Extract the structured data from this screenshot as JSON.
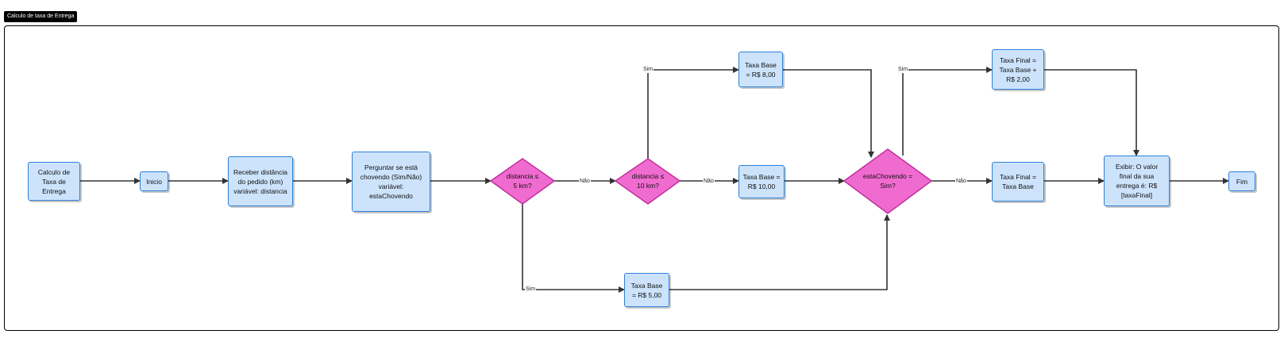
{
  "title": "Calculo de taxa de Entrega",
  "colors": {
    "process_fill": "#cce3fb",
    "process_border": "#2f7fd8",
    "decision_fill": "#f06bd0",
    "decision_border": "#c0309c",
    "edge": "#333333"
  },
  "nodes": {
    "calc": {
      "label": "Calculo de\nTaxa de\nEntrega"
    },
    "inicio": {
      "label": "Inicio"
    },
    "receber": {
      "label": "Receber distância\ndo pedido (km)\nvariável: distancia"
    },
    "perguntar": {
      "label": "Perguntar se está\nchovendo (Sim/Não)\nvariável:\nestaChovendo"
    },
    "d5": {
      "label": "distancia ≤\n5 km?"
    },
    "d10": {
      "label": "distancia ≤\n10 km?"
    },
    "base8": {
      "label": "Taxa Base\n= R$ 8,00"
    },
    "base10": {
      "label": "Taxa Base =\nR$ 10,00"
    },
    "base5": {
      "label": "Taxa Base\n= R$ 5,00"
    },
    "chuva": {
      "label": "estaChovendo =\nSim?"
    },
    "final_sim": {
      "label": "Taxa Final =\nTaxa Base +\nR$ 2,00"
    },
    "final_nao": {
      "label": "Taxa Final =\nTaxa Base"
    },
    "exibir": {
      "label": "Exibir: O valor\nfinal da sua\nentrega é: R$\n[taxaFinal]"
    },
    "fim": {
      "label": "Fim"
    }
  },
  "edge_labels": {
    "d5_nao": "Não",
    "d5_sim": "Sim",
    "d10_sim": "Sim",
    "d10_nao": "Não",
    "chuva_sim": "Sim",
    "chuva_nao": "Não"
  }
}
